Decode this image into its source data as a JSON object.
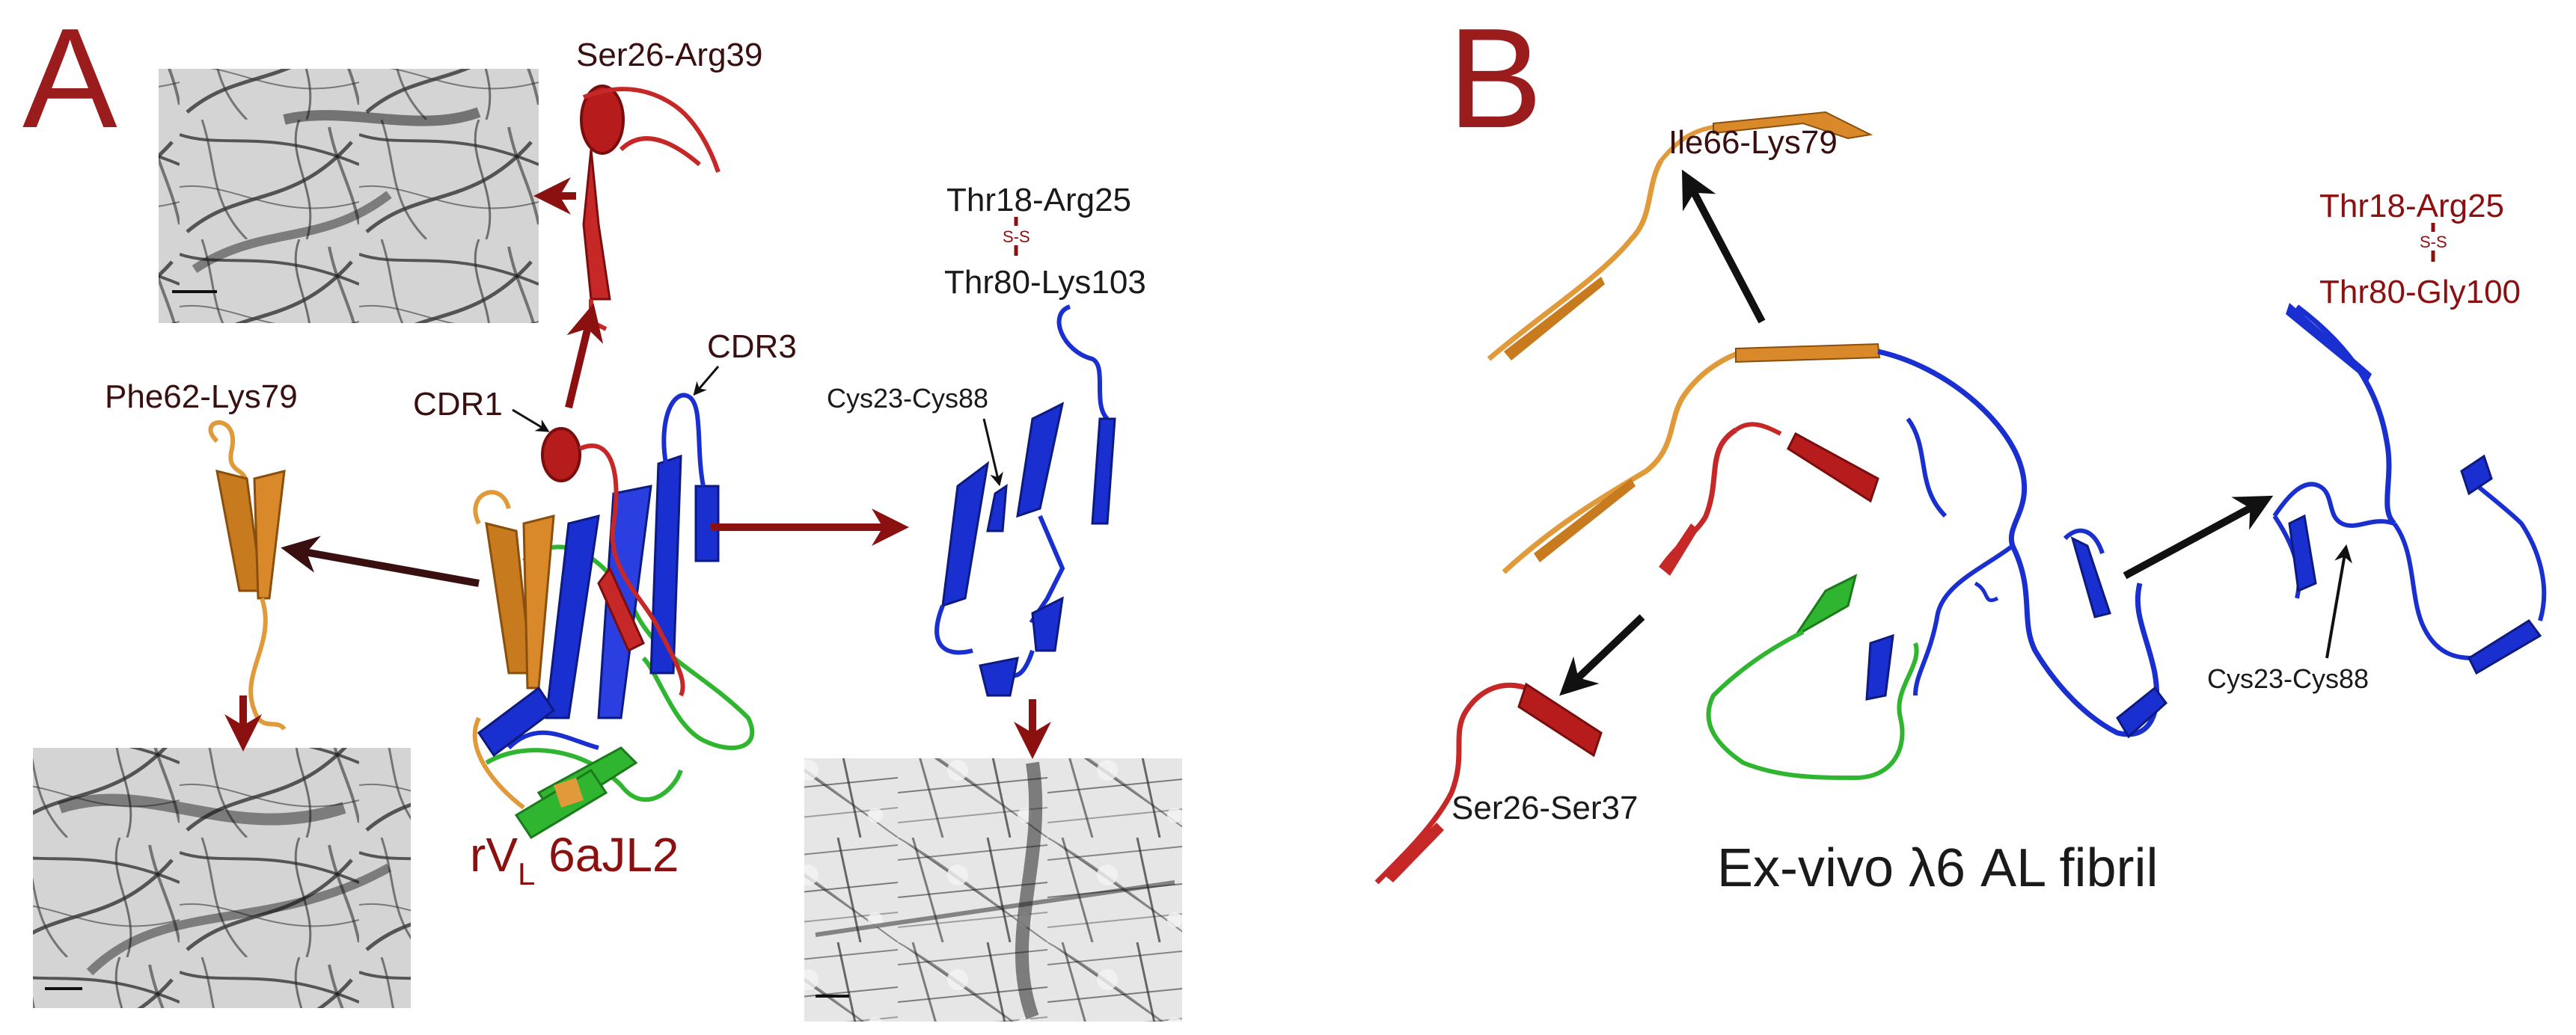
{
  "panel_a": {
    "letter": "A",
    "labels": {
      "ser26_arg39": "Ser26-Arg39",
      "thr18_arg25": "Thr18-Arg25",
      "ss": "S-S",
      "thr80_lys103": "Thr80-Lys103",
      "cdr1": "CDR1",
      "cdr3": "CDR3",
      "cys23_cys88": "Cys23-Cys88",
      "phe62_lys79": "Phe62-Lys79"
    },
    "construct": {
      "main": "rV",
      "sub": "L",
      "rest": " 6aJL2"
    }
  },
  "panel_b": {
    "letter": "B",
    "labels": {
      "ile66_lys79": "Ile66-Lys79",
      "thr18_arg25": "Thr18-Arg25",
      "ss": "S-S",
      "thr80_gly100": "Thr80-Gly100",
      "cys23_cys88": "Cys23-Cys88",
      "ser26_ser37": "Ser26-Ser37"
    },
    "caption": "Ex-vivo λ6 AL fibril"
  },
  "colors": {
    "letter": "#9b1c1c",
    "red_segment": "#c62828",
    "orange_segment": "#e09a3a",
    "blue_segment": "#1a2fd0",
    "green_segment": "#2fb52f",
    "dark_red_arrow": "#8b1010",
    "black_arrow": "#111111"
  }
}
